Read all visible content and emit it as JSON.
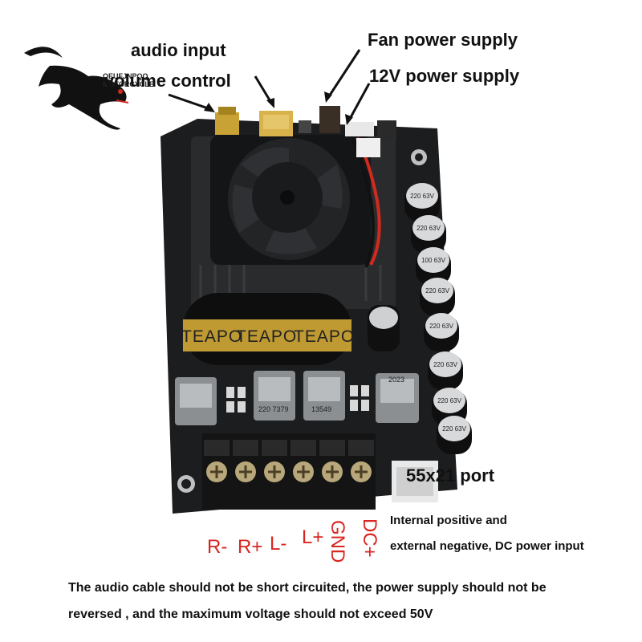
{
  "labels": {
    "audio_input": "audio input",
    "volume_control": "volume control",
    "fan_power": "Fan power supply",
    "power_12v": "12V power supply",
    "port": "55x21 port",
    "port_desc_1": "Internal positive and",
    "port_desc_2": "external negative, DC power input"
  },
  "terminals": [
    "R-",
    "R+",
    "L-",
    "L+",
    "GND",
    "DC+"
  ],
  "capacitor_brand": "TEAPO",
  "small_caps": [
    "220 63V",
    "220 63V",
    "100 63V",
    "220 63V",
    "220 63V",
    "220 63V",
    "220 63V",
    "220 63V"
  ],
  "chips": [
    "2023",
    "13549",
    "220 7379"
  ],
  "brand_text": [
    "QEUFJNPQQ",
    "MOTORCYCLE"
  ],
  "notes": [
    "The audio cable should not be short circuited, the power supply should not be",
    "reversed   , and the maximum voltage should not exceed 50V"
  ],
  "colors": {
    "board": "#1c1d1f",
    "heatsink": "#2a2b2d",
    "terminal_label": "#d9261f",
    "capacitor_band": "#c9a236",
    "wire_red": "#d22a1e"
  }
}
